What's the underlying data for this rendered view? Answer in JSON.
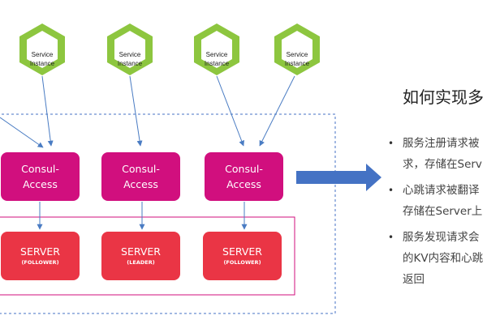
{
  "instances": [
    {
      "line1": "Service",
      "line2": "Instance"
    },
    {
      "line1": "Service",
      "line2": "Instance"
    },
    {
      "line1": "Service",
      "line2": "Instance"
    },
    {
      "line1": "Service",
      "line2": "Instance"
    }
  ],
  "access_nodes": [
    {
      "line1": "Consul-",
      "line2": "Access"
    },
    {
      "line1": "Consul-",
      "line2": "Access"
    },
    {
      "line1": "Consul-",
      "line2": "Access"
    }
  ],
  "servers": [
    {
      "label": "SERVER",
      "role": "(FOLLOWER)"
    },
    {
      "label": "SERVER",
      "role": "(LEADER)"
    },
    {
      "label": "SERVER",
      "role": "(FOLLOWER)"
    }
  ],
  "right_panel": {
    "title": "如何实现多",
    "bullets": [
      {
        "lines": [
          "服务注册请求被",
          "求，存储在Serv"
        ]
      },
      {
        "lines": [
          "心跳请求被翻译",
          "存储在Server上"
        ]
      },
      {
        "lines": [
          "服务发现请求会",
          "的KV内容和心跳",
          "返回"
        ]
      }
    ]
  },
  "colors": {
    "hex_fill": "#8dc63f",
    "hex_inner": "#ffffff",
    "access": "#d10f7e",
    "server": "#ea3545",
    "arrow": "#4a7cc3",
    "big_arrow": "#4472c4",
    "dashed_border": "#4472c4",
    "server_border": "#d10f7e"
  }
}
